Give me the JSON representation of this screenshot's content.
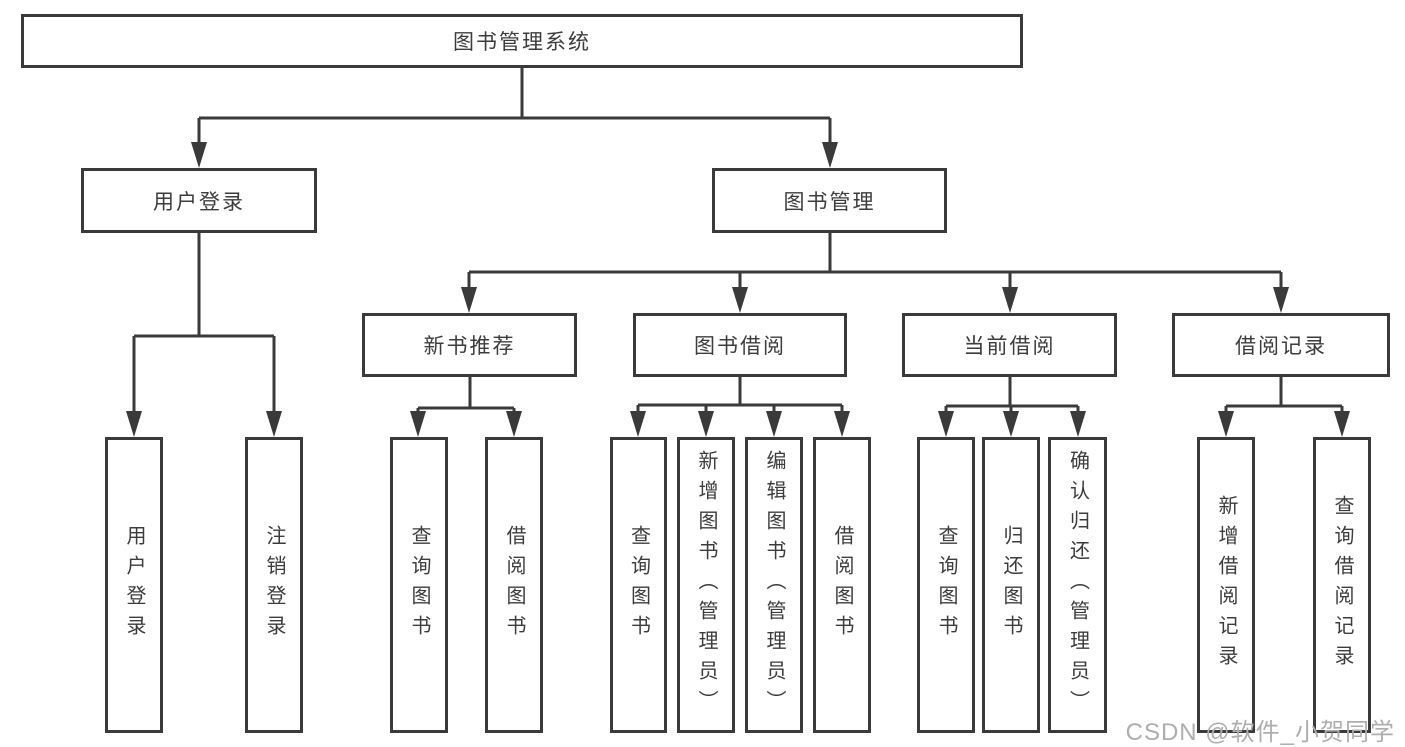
{
  "watermark": "CSDN @软件_小贺同学",
  "tree": {
    "root": "图书管理系统",
    "user_login": {
      "label": "用户登录",
      "login": "用户登录",
      "logout": "注销登录"
    },
    "book_mgmt": {
      "label": "图书管理",
      "new_book_rec": {
        "label": "新书推荐",
        "query": "查询图书",
        "borrow": "借阅图书"
      },
      "book_borrow": {
        "label": "图书借阅",
        "query": "查询图书",
        "add": "新增图书（管理员）",
        "edit": "编辑图书（管理员）",
        "borrow": "借阅图书"
      },
      "current_borrow": {
        "label": "当前借阅",
        "query": "查询图书",
        "return": "归还图书",
        "confirm": "确认归还（管理员）"
      },
      "borrow_records": {
        "label": "借阅记录",
        "add": "新增借阅记录",
        "query": "查询借阅记录"
      }
    }
  }
}
